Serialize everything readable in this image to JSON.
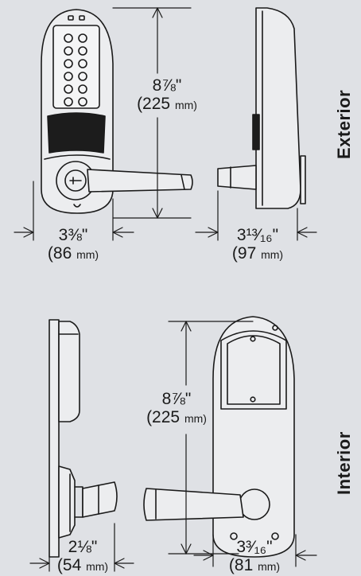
{
  "exterior": {
    "section_label": "Exterior",
    "height_dim": {
      "imperial": "8⅞\"",
      "metric_value": "(225",
      "metric_unit": "mm)"
    },
    "width_dim": {
      "imperial": "3⅜\"",
      "metric_value": "(86",
      "metric_unit": "mm)"
    },
    "depth_dim": {
      "imperial": "3¹³⁄₁₆\"",
      "metric_value": "(97",
      "metric_unit": "mm)"
    }
  },
  "interior": {
    "section_label": "Interior",
    "height_dim": {
      "imperial": "8⅞\"",
      "metric_value": "(225",
      "metric_unit": "mm)"
    },
    "depth_dim": {
      "imperial": "2⅛\"",
      "metric_value": "(54",
      "metric_unit": "mm)"
    },
    "width_dim": {
      "imperial": "3³⁄₁₆\"",
      "metric_value": "(81",
      "metric_unit": "mm)"
    }
  },
  "colors": {
    "background": "#dfe1e5",
    "line": "#1a1a1a",
    "metal": "#ecedef",
    "dark": "#1c1c1c"
  }
}
